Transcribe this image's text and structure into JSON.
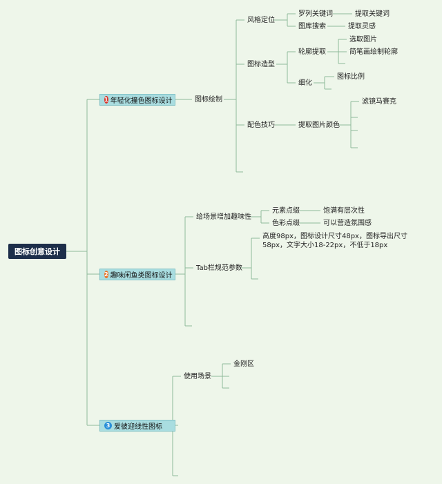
{
  "root": "图标创意设计",
  "b1": {
    "num": "1",
    "label": "年轻化撞色图标设计",
    "color": {
      "label": "配色技巧",
      "c": "提取图片颜色",
      "c1": "滤镜马赛克"
    },
    "child": "图标绘制",
    "style": {
      "label": "风格定位",
      "a": "罗列关键词",
      "a1": "提取关键词",
      "b": "图库搜索",
      "b1": "提取灵感"
    },
    "shape": {
      "label": "图标造型",
      "outline": "轮廓提取",
      "o1": "选取图片",
      "o2": "简笔画绘制轮廓",
      "refine": "细化",
      "r1": "图标比例"
    }
  },
  "b2": {
    "num": "2",
    "label": "趣味闲鱼类图标设计",
    "color": "#e8752a",
    "fun": {
      "label": "给场景增加趣味性",
      "e": "元素点缀",
      "e1": "饱满有层次性",
      "c": "色彩点缀",
      "c1": "可以营造氛围感"
    },
    "tab": {
      "label": "Tab栏规范参数",
      "desc": "高度98px，图标设计尺寸48px，图标导出尺寸58px，文字大小18-22px，不低于18px"
    }
  },
  "b3": {
    "num": "3",
    "label": "爱彼迎线性图标",
    "color": "#2a8fd8",
    "scene": {
      "label": "使用场景",
      "s1": "金刚区"
    }
  }
}
